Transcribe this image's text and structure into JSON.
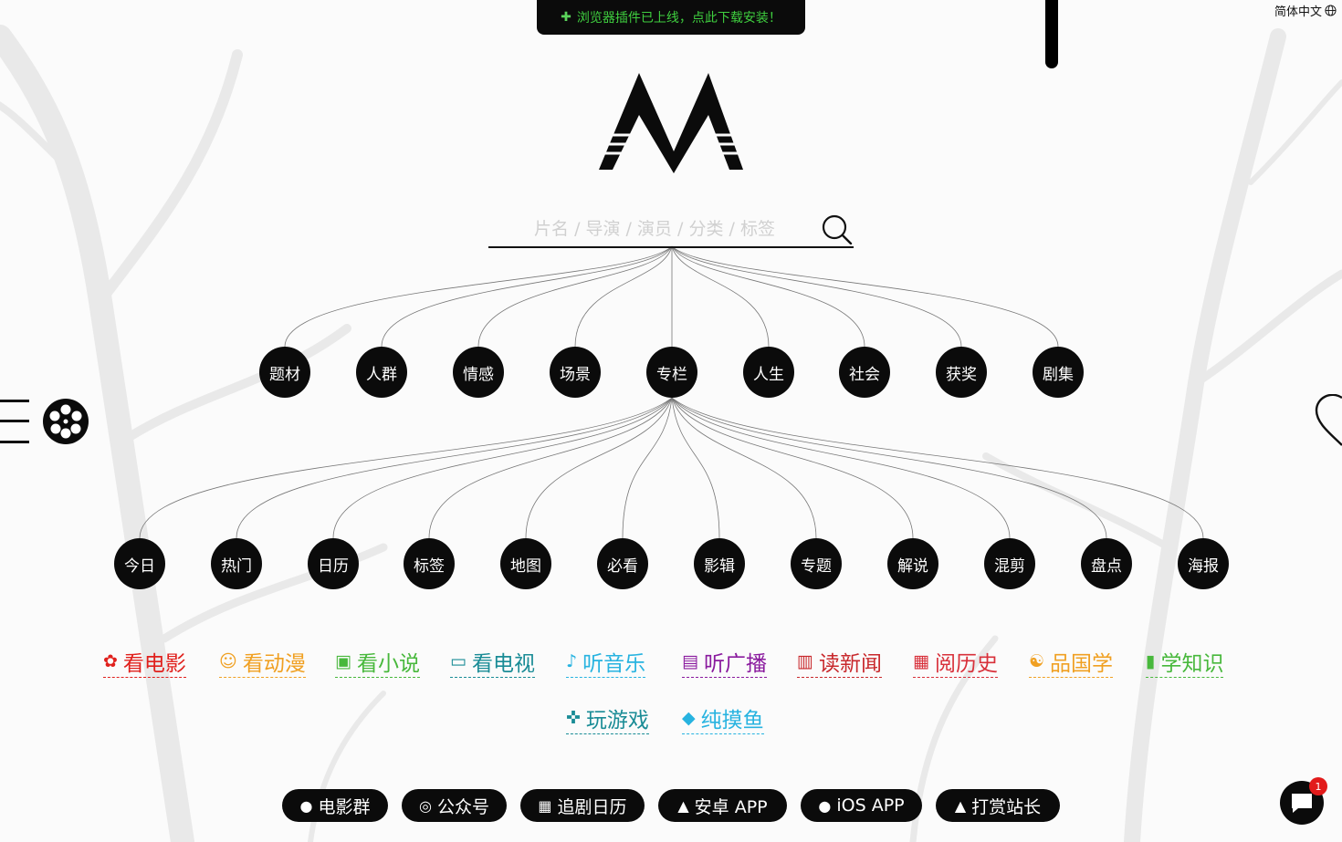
{
  "banner": {
    "text": "浏览器插件已上线，点此下载安装！",
    "icon": "puzzle-icon"
  },
  "lang": {
    "label": "简体中文",
    "icon": "globe-icon"
  },
  "search": {
    "placeholder": "片名 / 导演 / 演员 / 分类 / 标签",
    "icon": "search-icon"
  },
  "categories": [
    {
      "label": "题材"
    },
    {
      "label": "人群"
    },
    {
      "label": "情感"
    },
    {
      "label": "场景"
    },
    {
      "label": "专栏"
    },
    {
      "label": "人生"
    },
    {
      "label": "社会"
    },
    {
      "label": "获奖"
    },
    {
      "label": "剧集"
    }
  ],
  "subcategories": [
    {
      "label": "今日"
    },
    {
      "label": "热门"
    },
    {
      "label": "日历"
    },
    {
      "label": "标签"
    },
    {
      "label": "地图"
    },
    {
      "label": "必看"
    },
    {
      "label": "影辑"
    },
    {
      "label": "专题"
    },
    {
      "label": "解说"
    },
    {
      "label": "混剪"
    },
    {
      "label": "盘点"
    },
    {
      "label": "海报"
    }
  ],
  "sites_row1": [
    {
      "label": "看电影",
      "icon": "film-reel-icon",
      "color": "#e0201c"
    },
    {
      "label": "看动漫",
      "icon": "anime-icon",
      "color": "#f0a022"
    },
    {
      "label": "看小说",
      "icon": "book-icon",
      "color": "#48b83c"
    },
    {
      "label": "看电视",
      "icon": "tv-icon",
      "color": "#1a8c96"
    },
    {
      "label": "听音乐",
      "icon": "music-icon",
      "color": "#27b3e0"
    },
    {
      "label": "听广播",
      "icon": "radio-icon",
      "color": "#8a1a9e"
    },
    {
      "label": "读新闻",
      "icon": "newspaper-icon",
      "color": "#c8282c"
    },
    {
      "label": "阅历史",
      "icon": "history-book-icon",
      "color": "#d8303a"
    },
    {
      "label": "品国学",
      "icon": "yinyang-icon",
      "color": "#f0a022"
    },
    {
      "label": "学知识",
      "icon": "books-icon",
      "color": "#48b83c"
    }
  ],
  "sites_row2": [
    {
      "label": "玩游戏",
      "icon": "gamepad-icon",
      "color": "#1a8c96"
    },
    {
      "label": "纯摸鱼",
      "icon": "fish-icon",
      "color": "#27b3e0"
    }
  ],
  "pills": [
    {
      "label": "电影群",
      "icon": "group-icon"
    },
    {
      "label": "公众号",
      "icon": "wechat-icon"
    },
    {
      "label": "追剧日历",
      "icon": "calendar-icon"
    },
    {
      "label": "安卓 APP",
      "icon": "android-icon"
    },
    {
      "label": "iOS APP",
      "icon": "apple-icon"
    },
    {
      "label": "打赏站长",
      "icon": "thumbs-up-icon"
    }
  ],
  "chat": {
    "badge": "1",
    "icon": "chat-icon"
  },
  "colors": {
    "primary": "#0b0b0b",
    "banner_text": "#3fcf3f",
    "background": "#fbfbfb"
  }
}
